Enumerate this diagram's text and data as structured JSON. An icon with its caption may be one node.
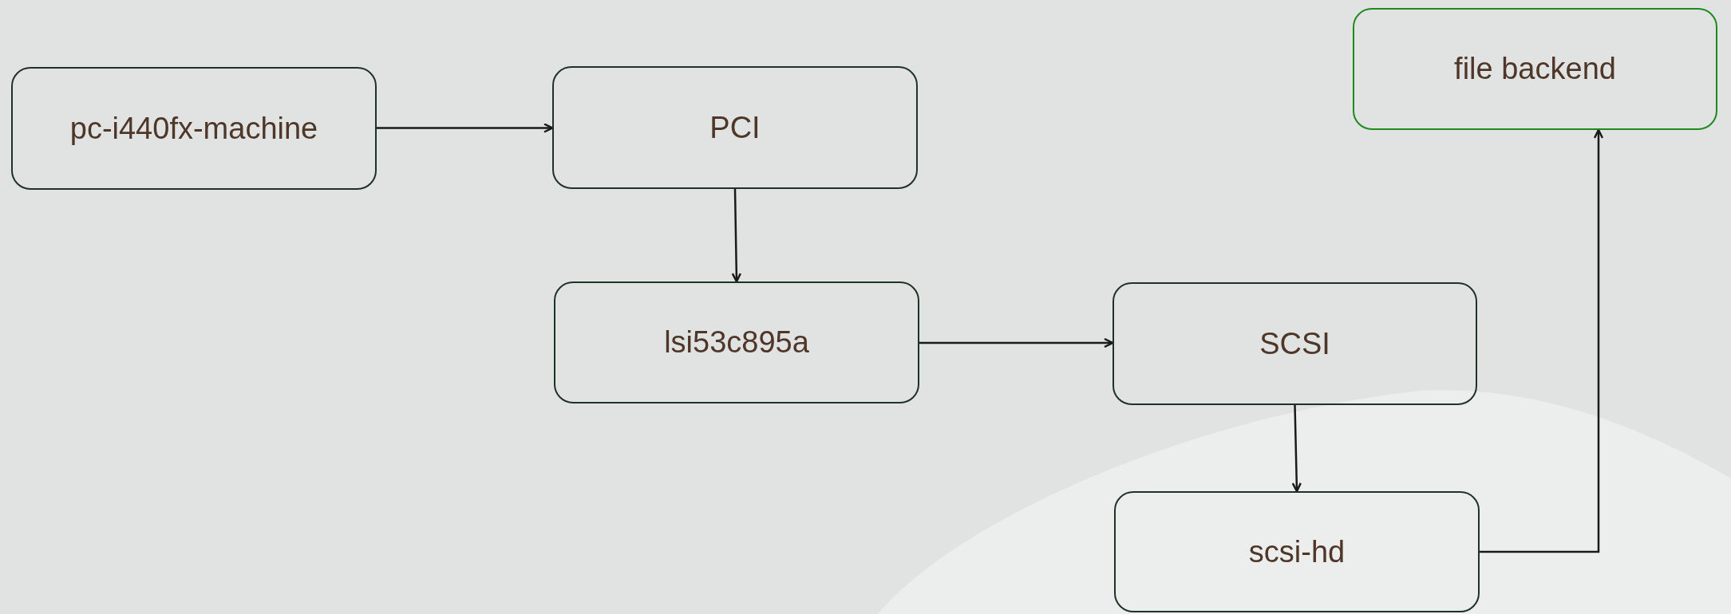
{
  "diagram": {
    "nodes": [
      {
        "text": [
          "pc-i440fx-machine"
        ]
      },
      {
        "text": [
          "PCI"
        ]
      },
      {
        "text": [
          "lsi53c895a"
        ]
      },
      {
        "text": [
          "SCSI"
        ]
      },
      {
        "text": [
          "scsi-hd"
        ]
      },
      {
        "text": [
          "file backend"
        ]
      }
    ],
    "edges": [
      {
        "from": 0,
        "to": 1,
        "arrow": "to"
      },
      {
        "from": 1,
        "to": 2,
        "arrow": "to"
      },
      {
        "from": 2,
        "to": 3,
        "arrow": "to"
      },
      {
        "from": 3,
        "to": 4,
        "arrow": "to"
      },
      {
        "from": 4,
        "to": 5,
        "arrow": "to"
      }
    ]
  }
}
